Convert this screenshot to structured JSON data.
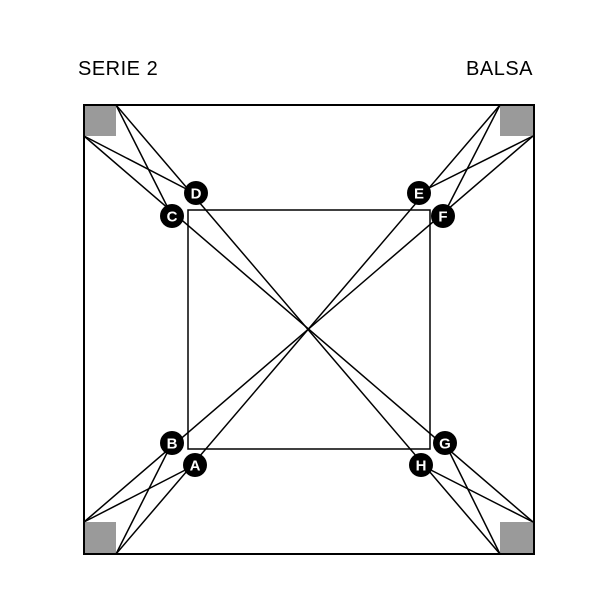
{
  "header": {
    "left_title": "SERIE 2",
    "right_title": "BALSA"
  },
  "nodes": {
    "A": "A",
    "B": "B",
    "C": "C",
    "D": "D",
    "E": "E",
    "F": "F",
    "G": "G",
    "H": "H"
  },
  "colors": {
    "stroke": "#000000",
    "corner_block": "#9a9a9a",
    "node_fill": "#000000",
    "node_text": "#ffffff"
  }
}
